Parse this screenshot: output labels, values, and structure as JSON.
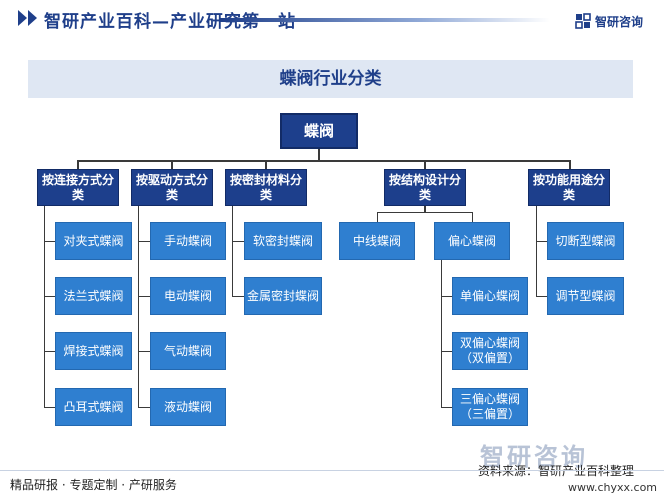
{
  "header": {
    "site_title": "智研产业百科—产业研究第一站",
    "brand_name": "智研咨询",
    "brand_logo_icon": "zhiyan-logo-icon"
  },
  "diagram": {
    "title": "蝶阀行业分类",
    "root": "蝶阀",
    "categories": [
      {
        "label": "按连接方式分类",
        "children": [
          "对夹式蝶阀",
          "法兰式蝶阀",
          "焊接式蝶阀",
          "凸耳式蝶阀"
        ]
      },
      {
        "label": "按驱动方式分类",
        "children": [
          "手动蝶阀",
          "电动蝶阀",
          "气动蝶阀",
          "液动蝶阀"
        ]
      },
      {
        "label": "按密封材料分类",
        "children": [
          "软密封蝶阀",
          "金属密封蝶阀"
        ]
      },
      {
        "label": "按结构设计分类",
        "children": [
          "中线蝶阀",
          "偏心蝶阀"
        ],
        "sub_children": [
          "单偏心蝶阀",
          "双偏心蝶阀（双偏置）",
          "三偏心蝶阀（三偏置）"
        ]
      },
      {
        "label": "按功能用途分类",
        "children": [
          "切断型蝶阀",
          "调节型蝶阀"
        ]
      }
    ]
  },
  "footer": {
    "left_text": "精品研报 · 专题定制 · 产研服务",
    "source": "资料来源：智研产业百科整理",
    "brand": "智研咨询",
    "url": "www.chyxx.com"
  },
  "colors": {
    "dark_blue": "#1d3f8c",
    "light_blue": "#2f7fd0",
    "banner": "#dfe7f3"
  }
}
